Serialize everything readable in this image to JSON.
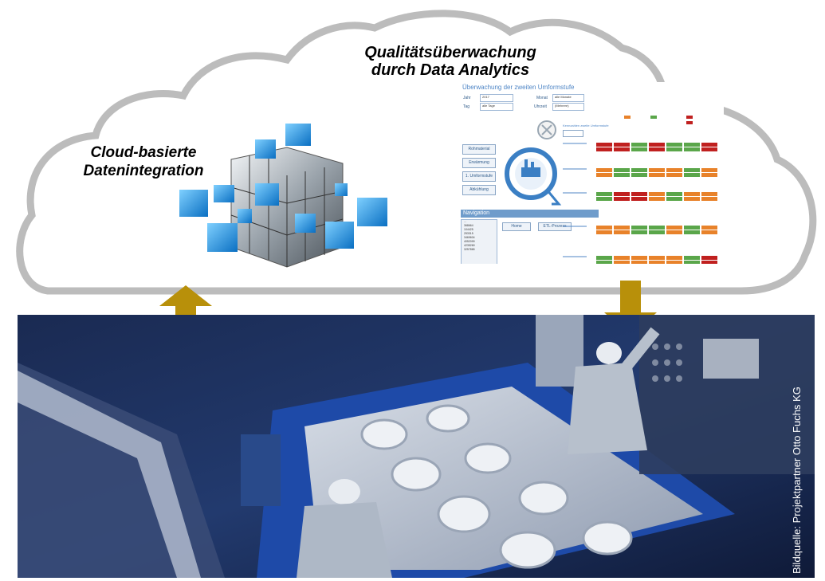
{
  "cloud": {
    "title_line1": "Qualitätsüberwachung",
    "title_line2": "durch Data Analytics",
    "left_line1": "Cloud-basierte",
    "left_line2": "Datenintegration"
  },
  "dashboard": {
    "title": "Überwachung der zweiten Umformstufe",
    "filters": [
      {
        "label": "Jahr",
        "value": "2017"
      },
      {
        "label": "Monat",
        "value": "alle Monate"
      },
      {
        "label": "Tag",
        "value": "alle Tage"
      },
      {
        "label": "Uhrzeit",
        "value": "(Mehrere)"
      }
    ],
    "side_buttons": [
      "Rohmaterial",
      "Erwärmung",
      "1. Umformstufe",
      "Abkühlung"
    ],
    "navigation_label": "Navigation",
    "nav_items": [
      "...",
      "368664",
      "104425",
      "253315",
      "3469604",
      "4052099",
      "4235269",
      "3257865"
    ],
    "nav_buttons": [
      "Home",
      "ETL-Prozess"
    ],
    "panel_header": "Kennzahlen zweite Umformstufe",
    "colors": {
      "green": "#5aa64a",
      "orange": "#e8822a",
      "red": "#c0201f",
      "blue": "#4f86c6"
    }
  },
  "photo": {
    "credit": "Bildquelle: Projektpartner Otto Fuchs KG"
  },
  "arrows": {
    "color": "#b8900a"
  }
}
